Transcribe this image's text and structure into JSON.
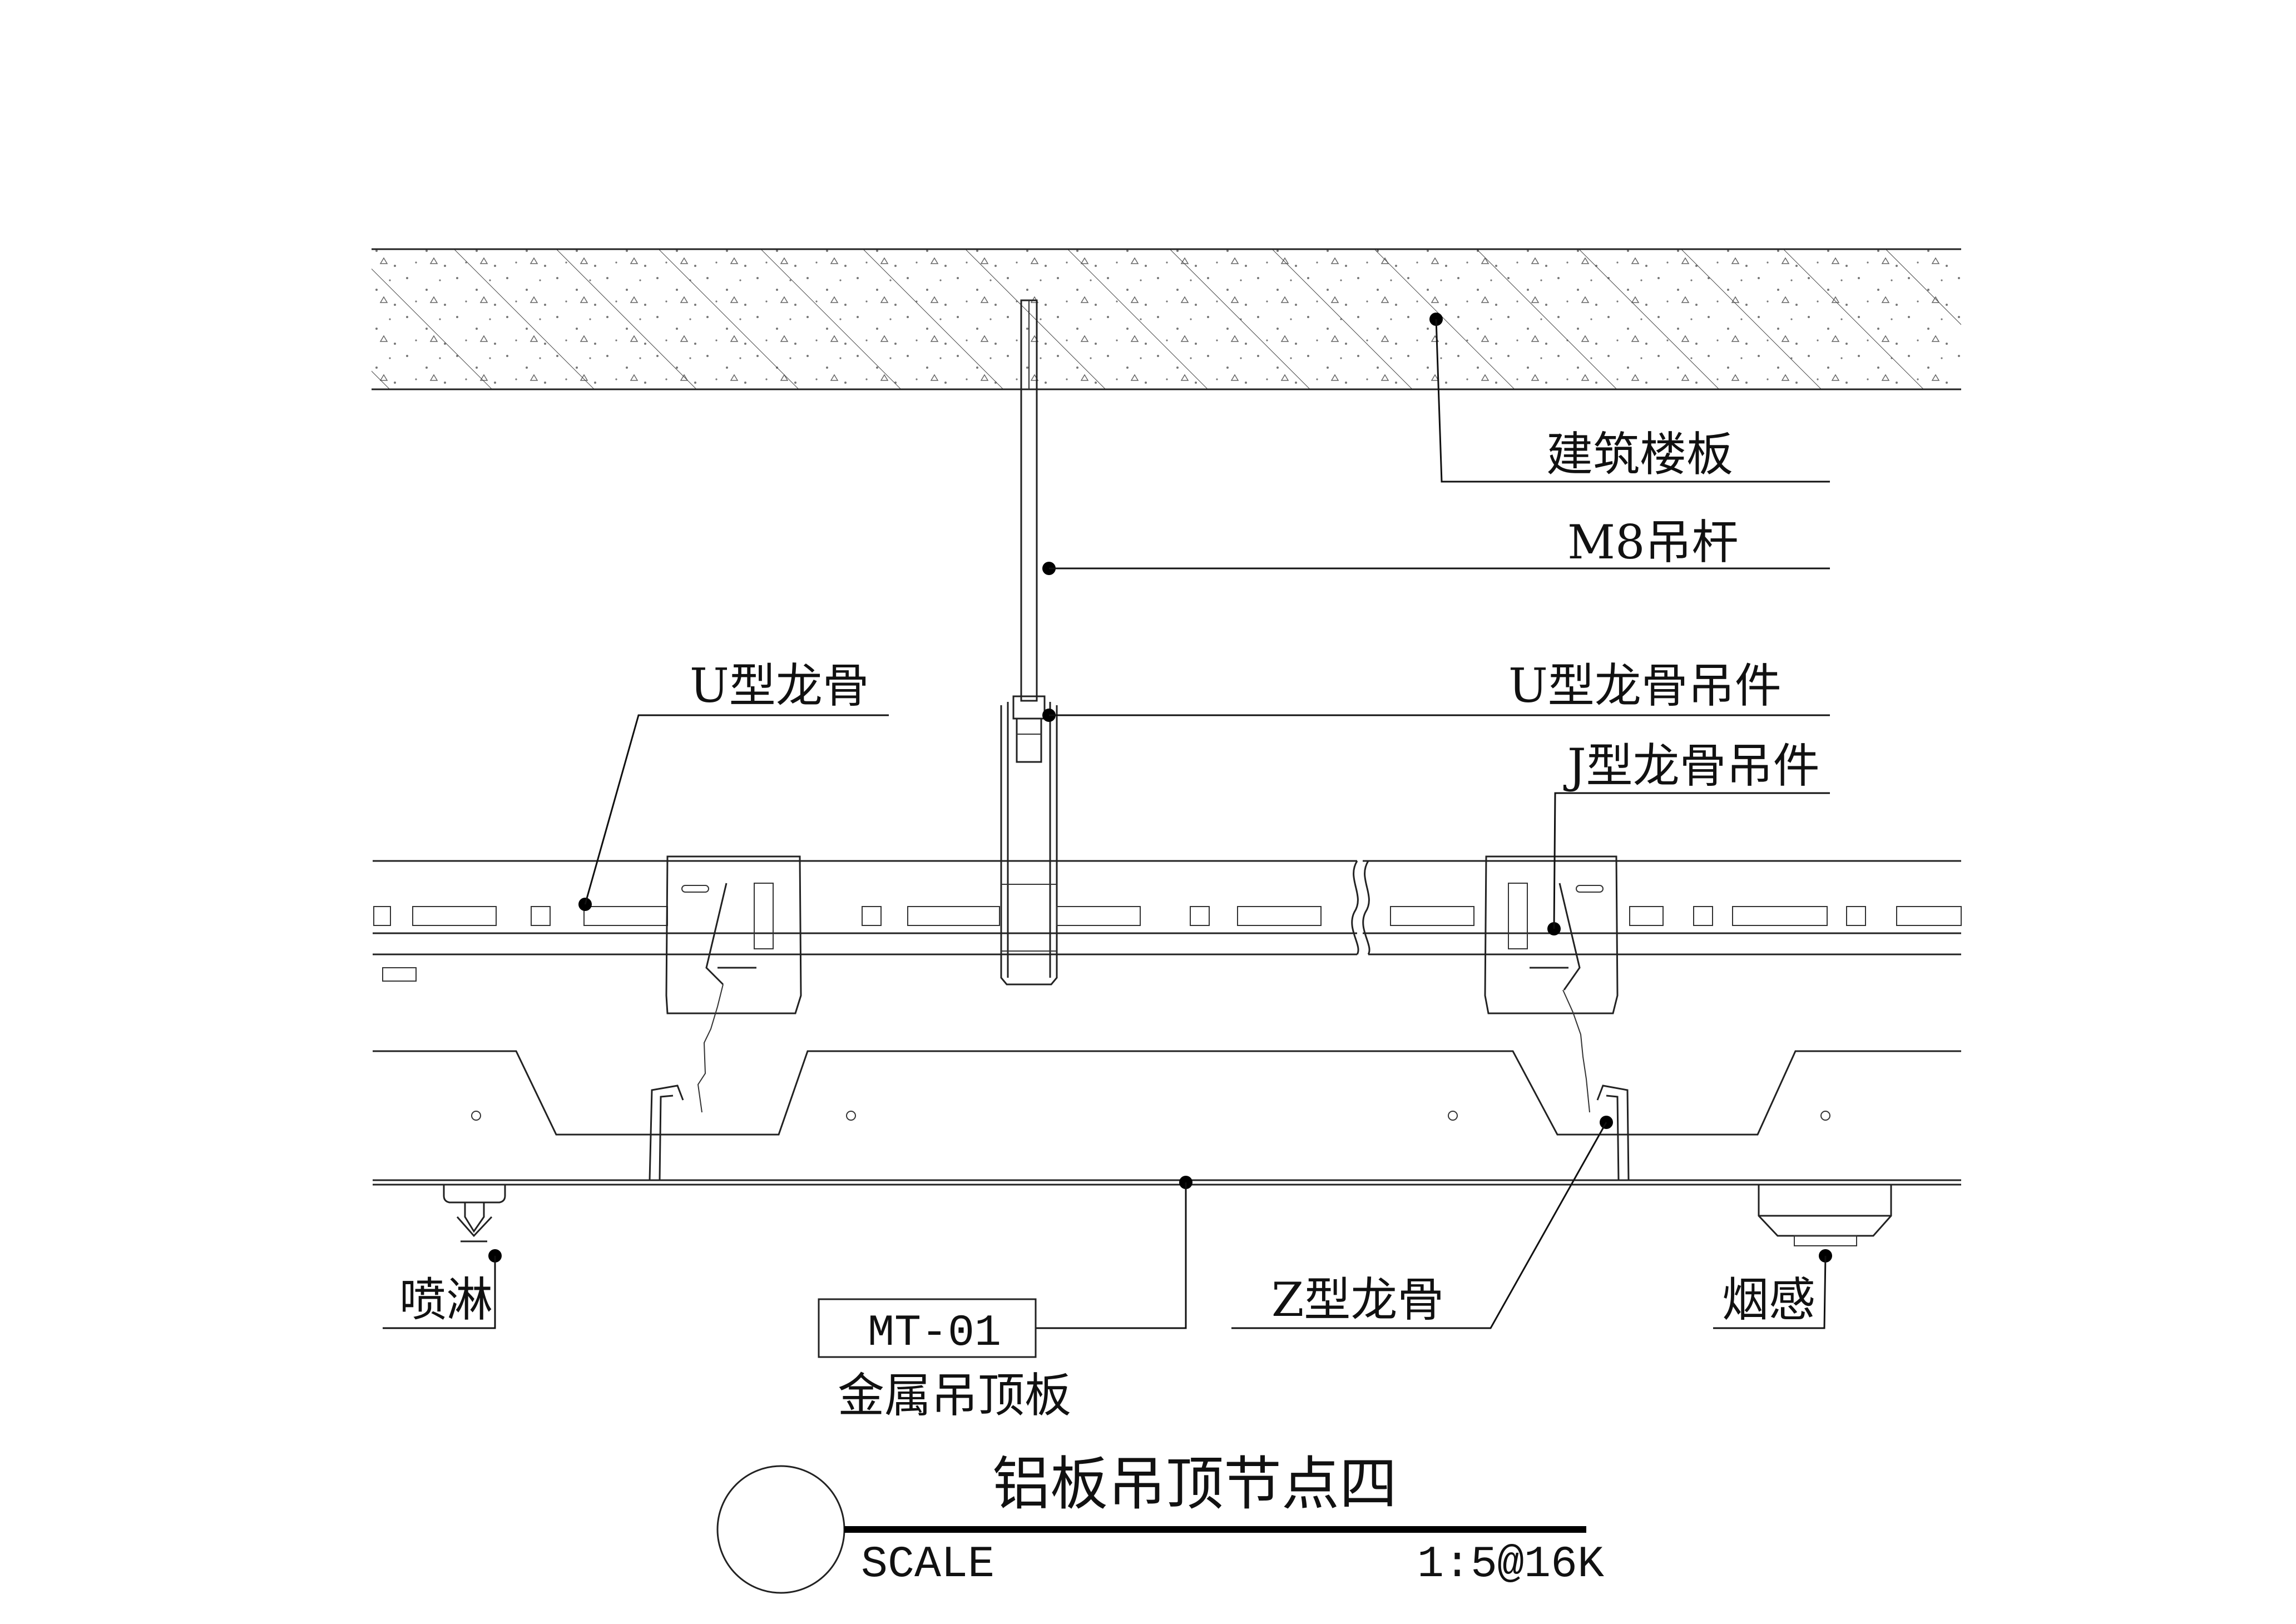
{
  "drawing": {
    "title": "铝板吊顶节点四",
    "scale_label": "SCALE",
    "scale_value": "1:5@16K"
  },
  "labels": {
    "floor_slab": "建筑楼板",
    "hanger_rod": "M8吊杆",
    "u_keel": "U型龙骨",
    "u_keel_hanger": "U型龙骨吊件",
    "j_keel_hanger": "J型龙骨吊件",
    "sprinkler": "喷淋",
    "material_code": "MT-01",
    "metal_ceiling_panel": "金属吊顶板",
    "z_keel": "Z型龙骨",
    "smoke_detector": "烟感"
  },
  "colors": {
    "line": "#222222",
    "background": "#ffffff"
  }
}
